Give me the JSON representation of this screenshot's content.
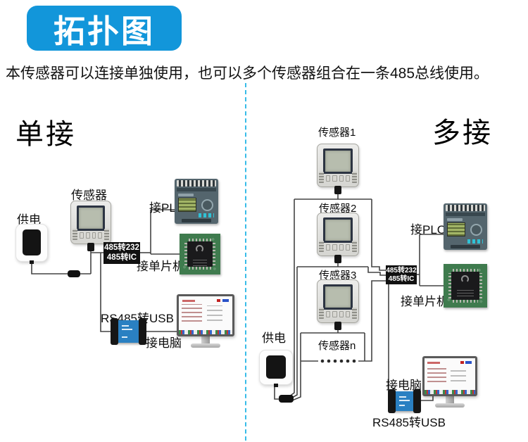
{
  "header": {
    "badge": "拓扑图"
  },
  "intro": "本传感器可以连接单独使用，也可以多个传感器组合在一条485总线使用。",
  "colors": {
    "badge": "#1296da",
    "divider": "#38bce8",
    "wire": "#444444",
    "converter_box_bg": "#111111"
  },
  "single": {
    "title": "单接",
    "power_label": "供电",
    "sensor_label": "传感器",
    "plc_label": "接PLC",
    "box_line1": "485转232",
    "box_line2": "485转IC",
    "mcu_label": "接单片机",
    "usb_label": "RS485转USB",
    "pc_label": "接电脑"
  },
  "multi": {
    "title": "多接",
    "sensor1_label": "传感器1",
    "sensor2_label": "传感器2",
    "sensor3_label": "传感器3",
    "sensorn_label": "传感器n",
    "power_label": "供电",
    "plc_label": "接PLC",
    "box_line1": "485转232",
    "box_line2": "485转IC",
    "mcu_label": "接单片机",
    "pc_label": "接电脑",
    "usb_label": "RS485转USB"
  }
}
